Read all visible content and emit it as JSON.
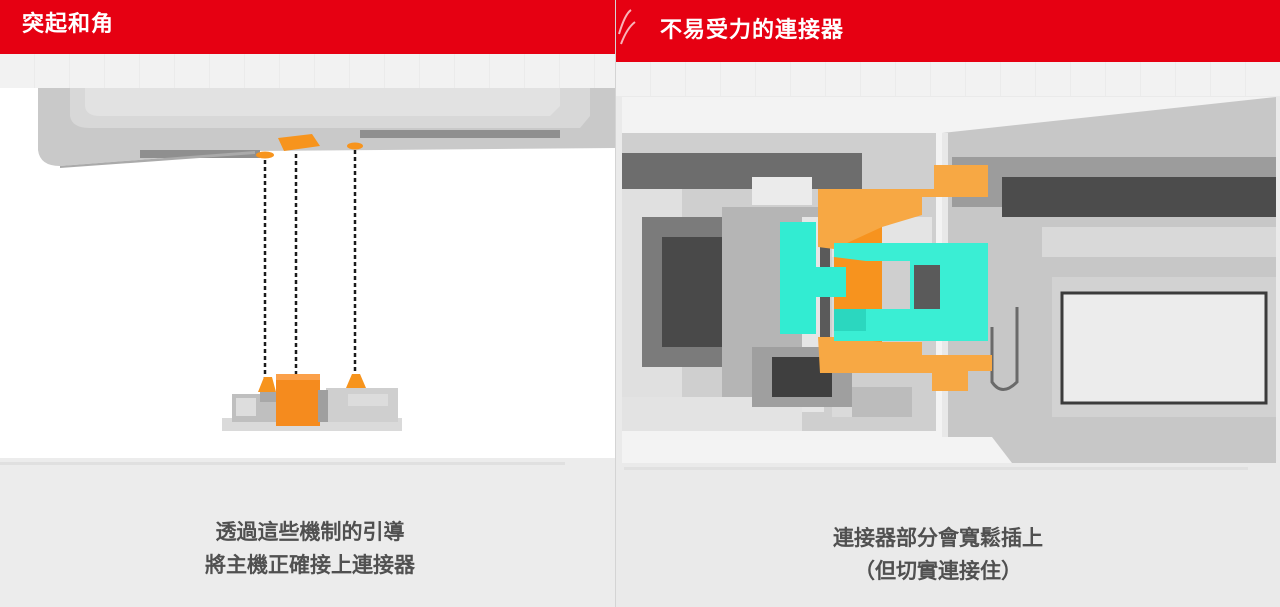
{
  "left_panel": {
    "title": "突起和角",
    "caption_lines": [
      "透過這些機制的引導",
      "將主機正確接上連接器"
    ]
  },
  "right_panel": {
    "title": "不易受力的連接器",
    "caption_lines": [
      "連接器部分會寬鬆插上",
      "（但切實連接住）"
    ]
  },
  "colors": {
    "header_red": "#e60012",
    "guide_orange": "#f7941d",
    "connector_cyan": "#32ecd2",
    "housing_gray": "#bdbdbd"
  }
}
